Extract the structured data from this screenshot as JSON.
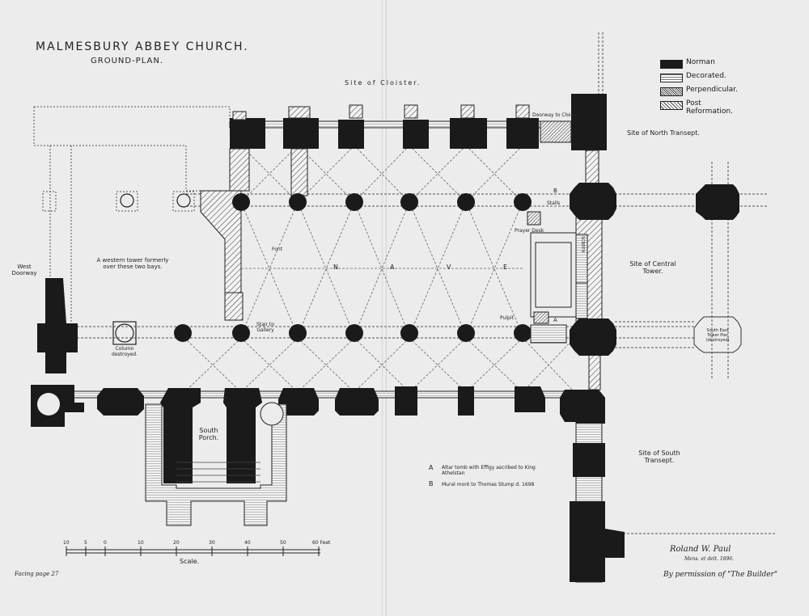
{
  "header": {
    "title": "MALMESBURY ABBEY CHURCH.",
    "subtitle": "GROUND-PLAN."
  },
  "legend": [
    {
      "label": "Norman",
      "style": "norman"
    },
    {
      "label": "Decorated.",
      "style": "decorated"
    },
    {
      "label": "Perpendicular.",
      "style": "perp"
    },
    {
      "label": "Post Reformation.",
      "style": "post"
    }
  ],
  "labels": {
    "site_cloister": "Site of Cloister.",
    "doorway_cloister": "Doorway to Cloister",
    "site_north_transept": "Site of North Transept.",
    "site_central_tower": "Site of Central Tower.",
    "site_south_transept": "Site of South Transept.",
    "west_doorway": "West Doorway",
    "western_tower": "A western tower formerly over these two bays.",
    "column_destroyed": "Column destroyed.",
    "south_porch": "South Porch.",
    "font": "Font",
    "prayer_desk": "Prayer Desk",
    "stalls": "Stalls",
    "pulpit": "Pulpit",
    "stair": "Stair to Gallery",
    "south_east_pier": "South East Tower Pier (destroyed)",
    "nave": [
      "N",
      "A",
      "V",
      "E"
    ],
    "mark_a": "A",
    "mark_b": "B",
    "screen": "SCREEN"
  },
  "notes": [
    {
      "mark": "A",
      "text": "Altar tomb with Effigy ascribed to King Athelstan"
    },
    {
      "mark": "B",
      "text": "Mural mont to Thomas Stump d. 1698"
    }
  ],
  "scale": {
    "ticks": [
      "10",
      "5",
      "0",
      "10",
      "20",
      "30",
      "40",
      "50",
      "60 Feet"
    ],
    "label": "Scale."
  },
  "signature": {
    "name": "Roland W. Paul",
    "date": "Mens. et delt. 1896."
  },
  "footer": {
    "left": "Facing page 27",
    "right": "By permission of \"The Builder\""
  },
  "colors": {
    "ink": "#1a1a1a",
    "paper": "#ececec"
  }
}
